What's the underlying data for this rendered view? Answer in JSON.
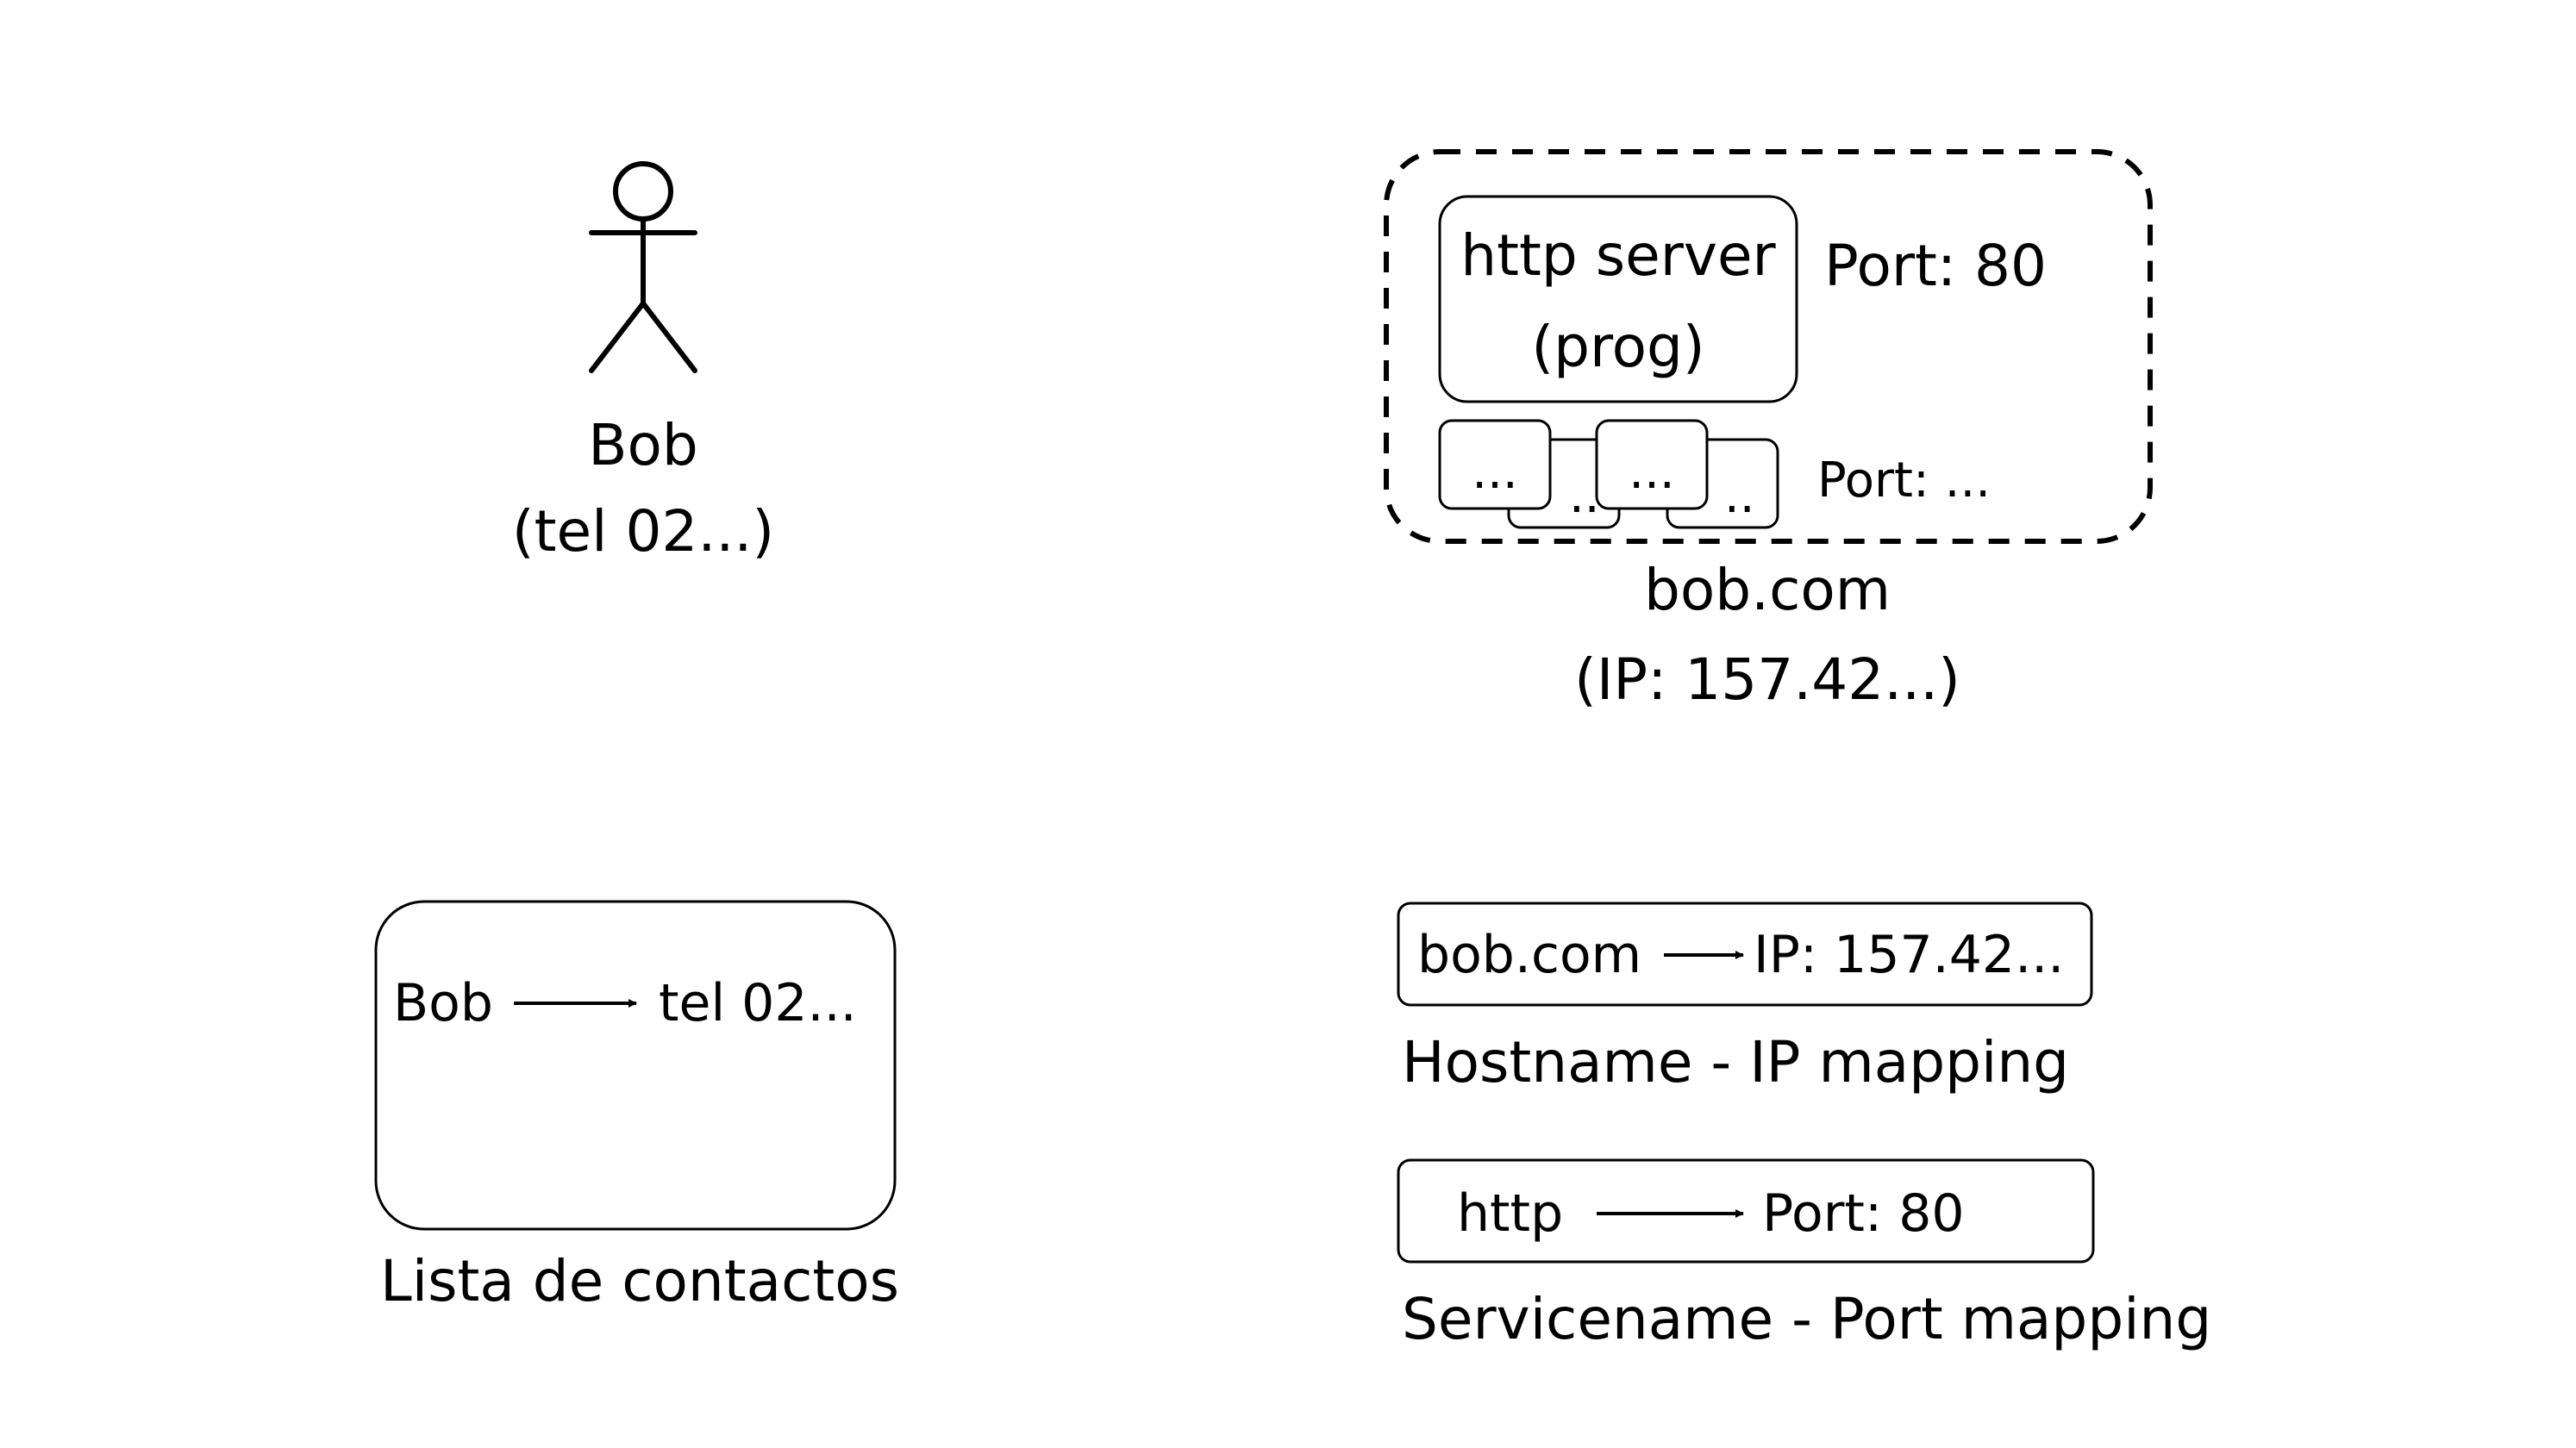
{
  "person": {
    "name": "Bob",
    "phone": "(tel 02...)"
  },
  "server_group": {
    "program_line1": "http server",
    "program_line2": "(prog)",
    "port_main": "Port: 80",
    "small_box_label": "...",
    "small_box_partial_label": "..",
    "port_other": "Port: ...",
    "hostname": "bob.com",
    "ip": "(IP: 157.42...)"
  },
  "contact_list": {
    "entry_name": "Bob",
    "entry_value": "tel 02...",
    "caption": "Lista de contactos"
  },
  "hostname_mapping": {
    "from": "bob.com",
    "to": "IP: 157.42...",
    "caption": "Hostname - IP mapping"
  },
  "service_mapping": {
    "from": "http",
    "to": "Port: 80",
    "caption": "Servicename - Port mapping"
  }
}
